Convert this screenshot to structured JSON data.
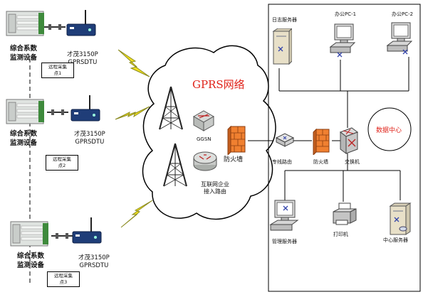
{
  "sites": [
    {
      "equipment_label": "综合系数\n监测设备",
      "dtu_label": "才茂3150P\nGPRSDTU",
      "point_label": "远程采集\n点1"
    },
    {
      "equipment_label": "综合系数\n监测设备",
      "dtu_label": "才茂3150P\nGPRSDTU",
      "point_label": "远程采集\n点2"
    },
    {
      "equipment_label": "综合系数\n监测设备",
      "dtu_label": "才茂3150P\nGPRSDTU",
      "point_label": "远程采集\n点3"
    }
  ],
  "gprs_cloud": {
    "title": "GPRS网络",
    "ggsn_label": "GGSN",
    "firewall_label": "防火墙",
    "router_label": "互联网企业\n接入路由"
  },
  "data_center": {
    "title": "数据中心",
    "log_server": "日志服务器",
    "office_pc1": "办公PC-1",
    "office_pc2": "办公PC-2",
    "dedicated_router": "专线路由",
    "firewall": "防火墙",
    "switch": "交换机",
    "mgmt_server": "管理服务器",
    "printer": "打印机",
    "central_server": "中心服务器"
  },
  "colors": {
    "gprs_red": "#e0231a",
    "cloud_stroke": "#000000",
    "lightning_yellow": "#f0e020",
    "firewall_orange": "#f08030"
  },
  "icons": [
    "server-rack-icon",
    "dtu-modem-icon",
    "lightning-icon",
    "radio-tower-icon",
    "ggsn-switch-icon",
    "firewall-icon",
    "router-icon",
    "pc-icon",
    "printer-icon",
    "tower-server-icon"
  ]
}
